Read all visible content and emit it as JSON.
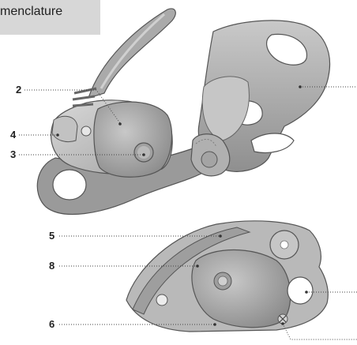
{
  "header": {
    "title": "menclature"
  },
  "labels": [
    {
      "id": "label-2-top",
      "text": "2"
    },
    {
      "id": "label-4",
      "text": "4"
    },
    {
      "id": "label-3",
      "text": "3"
    },
    {
      "id": "label-5",
      "text": "5"
    },
    {
      "id": "label-8",
      "text": "8"
    },
    {
      "id": "label-6",
      "text": "6"
    }
  ],
  "colors": {
    "header_bg": "#d7d7d7",
    "device_dark": "#8e8e8e",
    "device_mid": "#b4b4b4",
    "device_light": "#d2d2d2"
  }
}
